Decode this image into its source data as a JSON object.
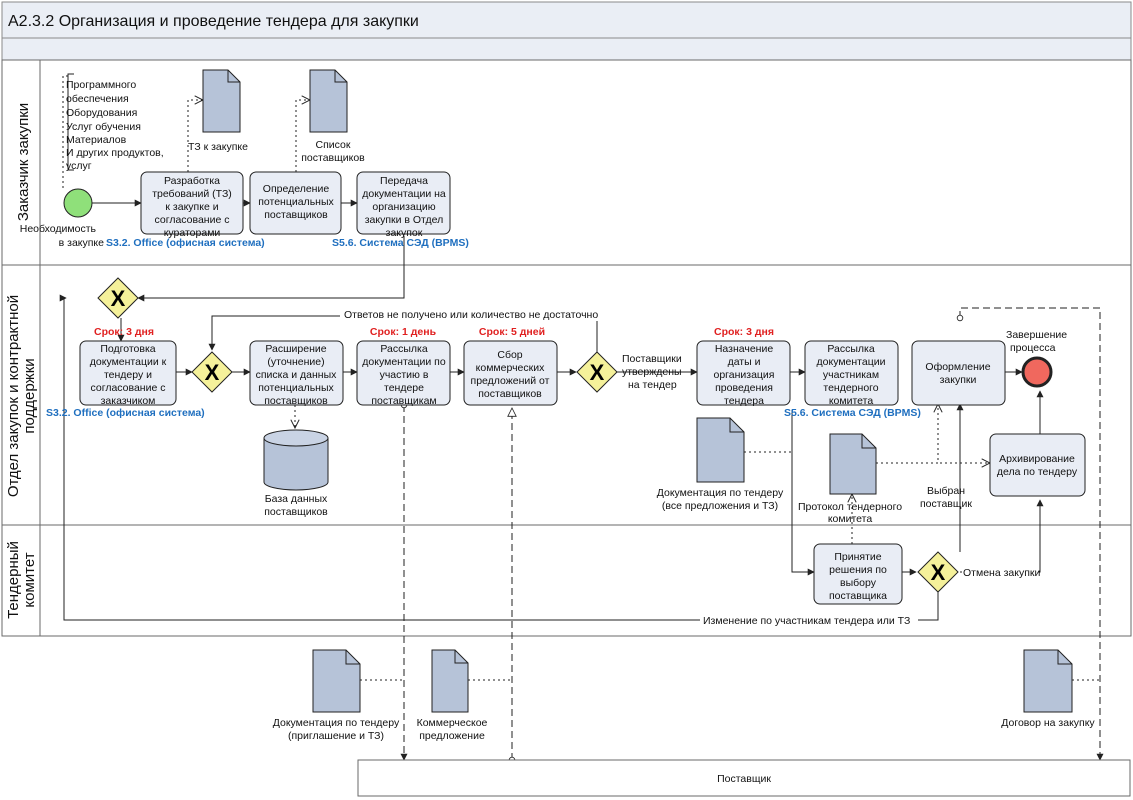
{
  "title": "A2.3.2 Организация и проведение тендера для закупки",
  "lanes": {
    "customer": "Заказчик закупки",
    "procurement_l1": "Отдел закупок и контрактной",
    "procurement_l2": "поддержки",
    "committee_l1": "Тендерный",
    "committee_l2": "комитет"
  },
  "start_label": [
    "Необходимость",
    "в закупке"
  ],
  "needs_note": [
    "Программного",
    "обеспечения",
    "Оборудования",
    "Услуг обучения",
    "Материалов",
    "И других продуктов,",
    "услуг"
  ],
  "tasks": {
    "requirements": [
      "Разработка",
      "требований (ТЗ)",
      "к закупке и",
      "согласование с",
      "кураторами"
    ],
    "suppliers": [
      "Определение",
      "потенциальных",
      "поставщиков"
    ],
    "transfer": [
      "Передача",
      "документации на",
      "организацию",
      "закупки в Отдел",
      "закупок"
    ],
    "prepare": [
      "Подготовка",
      "документации к",
      "тендеру и",
      "согласование с",
      "заказчиком"
    ],
    "extend": [
      "Расширение",
      "(уточнение)",
      "списка и данных",
      "потенциальных",
      "поставщиков"
    ],
    "mailing": [
      "Рассылка",
      "документации по",
      "участию в",
      "тендере",
      "поставщикам"
    ],
    "collect": [
      "Сбор",
      "коммерческих",
      "предложений от",
      "поставщиков"
    ],
    "schedule": [
      "Назначение",
      "даты и",
      "организация",
      "проведения",
      "тендера"
    ],
    "committee_mail": [
      "Рассылка",
      "документации",
      "участникам",
      "тендерного",
      "комитета"
    ],
    "formalize": [
      "Оформление",
      "закупки"
    ],
    "archive": [
      "Архивирование",
      "дела по тендеру"
    ],
    "decision": [
      "Принятие",
      "решения по",
      "выбору",
      "поставщика"
    ]
  },
  "docs": {
    "tz": "ТЗ к закупке",
    "supplier_list": [
      "Список",
      "поставщиков"
    ],
    "database": [
      "База данных",
      "поставщиков"
    ],
    "tender_docs_all": [
      "Документация по тендеру",
      "(все предложения и ТЗ)"
    ],
    "protocol": [
      "Протокол тендерного",
      "комитета"
    ],
    "tender_docs_invite": [
      "Документация по тендеру",
      "(приглашение и ТЗ)"
    ],
    "commercial": [
      "Коммерческое",
      "предложение"
    ],
    "contract": "Договор на закупку"
  },
  "deadlines": {
    "d3a": "Срок: 3 дня",
    "d1": "Срок: 1 день",
    "d5": "Срок: 5 дней",
    "d3b": "Срок: 3 дня"
  },
  "systems": {
    "office1": "S3.2. Office (офисная система)",
    "sed1": "S5.6. Система СЭД (BPMS)",
    "office2": "S3.2. Office (офисная система)",
    "sed2": "S5.6. Система СЭД (BPMS)"
  },
  "flow_labels": {
    "no_answers": "Ответов не получено или количество не достаточно",
    "approved": [
      "Поставщики",
      "утверждены",
      "на тендер"
    ],
    "end": [
      "Завершение",
      "процесса"
    ],
    "selected": [
      "Выбран",
      "поставщик"
    ],
    "cancel": "Отмена закупки",
    "change": "Изменение по участникам тендера или ТЗ"
  },
  "supplier_box": "Поставщик",
  "gateway_symbol": "X",
  "colors": {
    "task_fill": "#e9edf5",
    "doc_fill": "#b6c3d8",
    "gateway_fill": "#f5f19a",
    "start_fill": "#8fe07a",
    "end_fill": "#f0685e",
    "header_fill": "#eaeef5",
    "red": "#e02020",
    "blue": "#1f6fbf"
  }
}
